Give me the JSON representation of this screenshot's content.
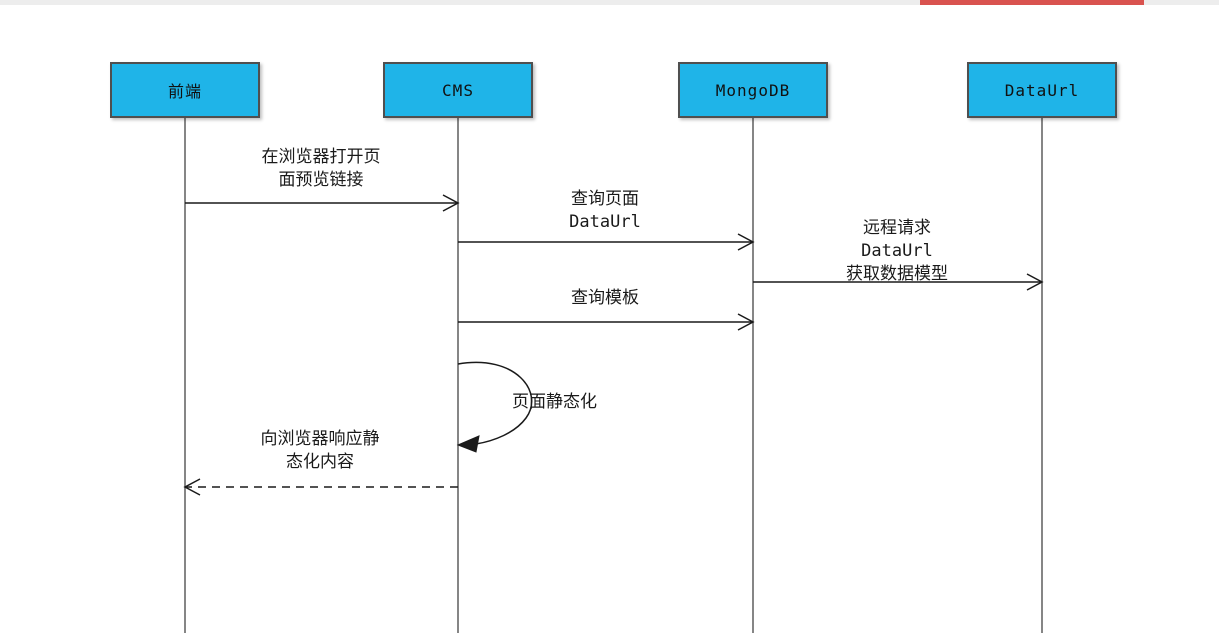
{
  "topbar": {
    "bar_color": "#ededed",
    "progress_color": "#d9534f"
  },
  "diagram": {
    "type": "uml-sequence-diagram",
    "actors": [
      {
        "id": "frontend",
        "label": "前端"
      },
      {
        "id": "cms",
        "label": "CMS"
      },
      {
        "id": "mongodb",
        "label": "MongoDB"
      },
      {
        "id": "dataurl",
        "label": "DataUrl"
      }
    ],
    "messages": [
      {
        "from": "前端",
        "to": "CMS",
        "line": "solid",
        "label": "在浏览器打开页\n面预览链接"
      },
      {
        "from": "CMS",
        "to": "MongoDB",
        "line": "solid",
        "label": "查询页面\nDataUrl"
      },
      {
        "from": "MongoDB",
        "to": "DataUrl",
        "line": "solid",
        "label": "远程请求\nDataUrl\n获取数据模型"
      },
      {
        "from": "CMS",
        "to": "MongoDB",
        "line": "solid",
        "label": "查询模板"
      },
      {
        "from": "CMS",
        "to": "CMS",
        "line": "self-loop",
        "label": "页面静态化"
      },
      {
        "from": "CMS",
        "to": "前端",
        "line": "dashed",
        "label": "向浏览器响应静\n态化内容"
      }
    ],
    "colors": {
      "actor_fill": "#1fb4e8",
      "actor_border": "#4f4f4f",
      "message_line": "#1a1a1a",
      "lifeline": "#5f5f5f"
    }
  }
}
